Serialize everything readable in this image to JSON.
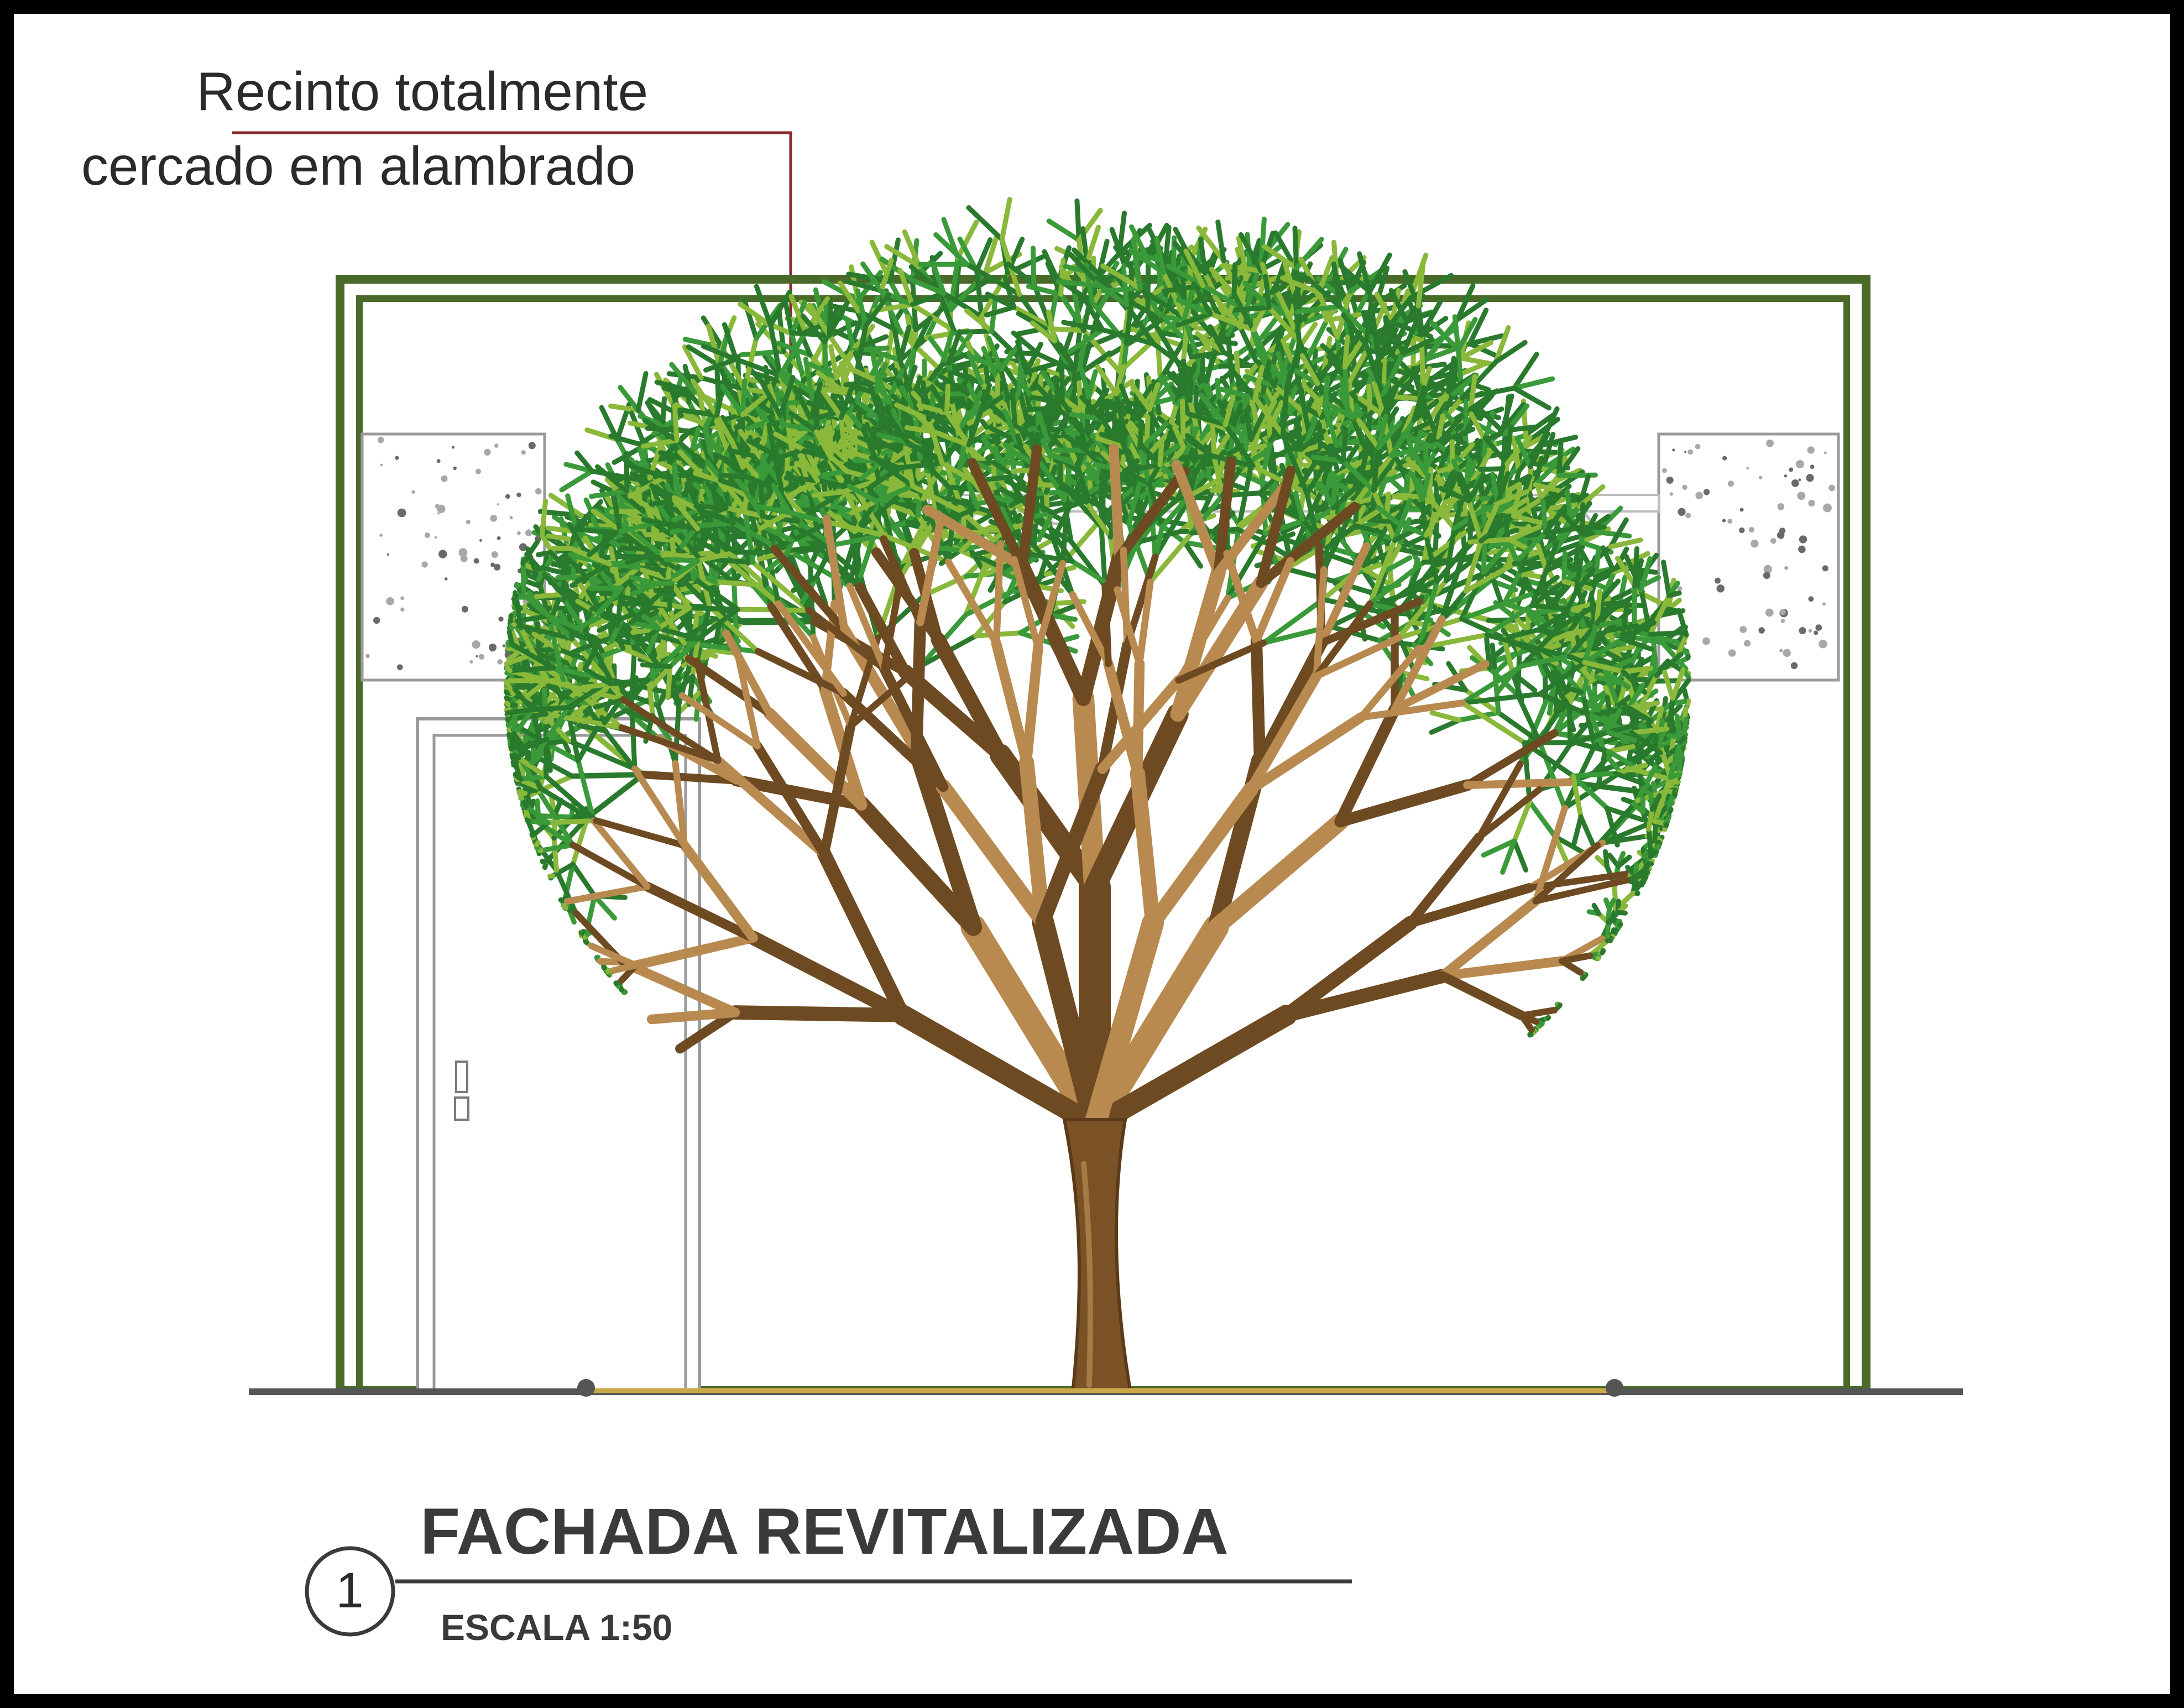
{
  "annotation": {
    "line1": "Recinto totalmente",
    "line2": "cercado em alambrado"
  },
  "title_block": {
    "number": "1",
    "title": "FACHADA REVITALIZADA",
    "scale": "ESCALA 1:50"
  },
  "colors": {
    "background_frame": "#000000",
    "paper": "#ffffff",
    "fence_green": "#4a6a2a",
    "leader_line": "#8a2a2a",
    "leaf_dark": "#2a7a2e",
    "leaf_mid": "#3a9a3a",
    "leaf_light": "#8ab83a",
    "trunk_dark": "#6e4a22",
    "trunk_light": "#b88a50",
    "ground_line": "#555555",
    "ground_sand": "#c8a848",
    "line_gray": "#9a9a9a"
  },
  "icons": {
    "tree": "tree-icon",
    "door_handle": "door-handle-icon"
  }
}
